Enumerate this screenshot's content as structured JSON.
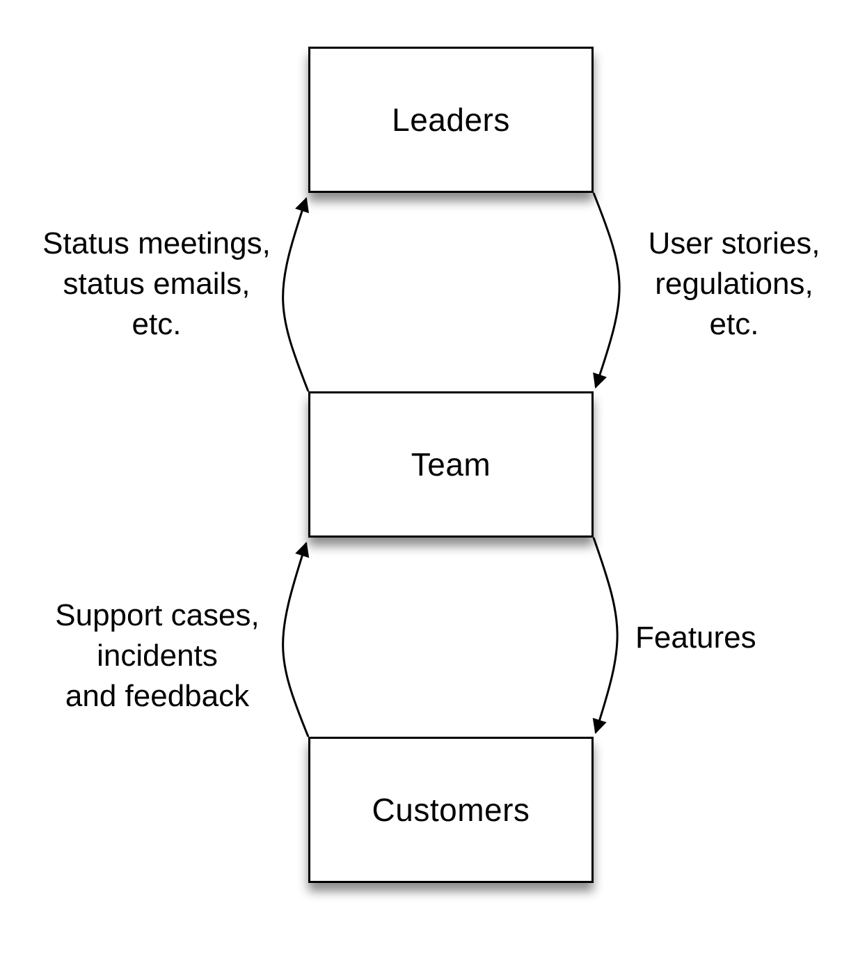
{
  "boxes": {
    "leaders": "Leaders",
    "team": "Team",
    "customers": "Customers"
  },
  "edges": {
    "team_to_leaders": {
      "lines": [
        "Status meetings,",
        "status emails,",
        "etc."
      ]
    },
    "leaders_to_team": {
      "lines": [
        "User stories,",
        "regulations,",
        "etc."
      ]
    },
    "customers_to_team": {
      "lines": [
        "Support cases,",
        "incidents",
        "and feedback"
      ]
    },
    "team_to_customers": {
      "lines": [
        "Features"
      ]
    }
  },
  "colors": {
    "stroke": "#000000",
    "background": "#ffffff"
  }
}
